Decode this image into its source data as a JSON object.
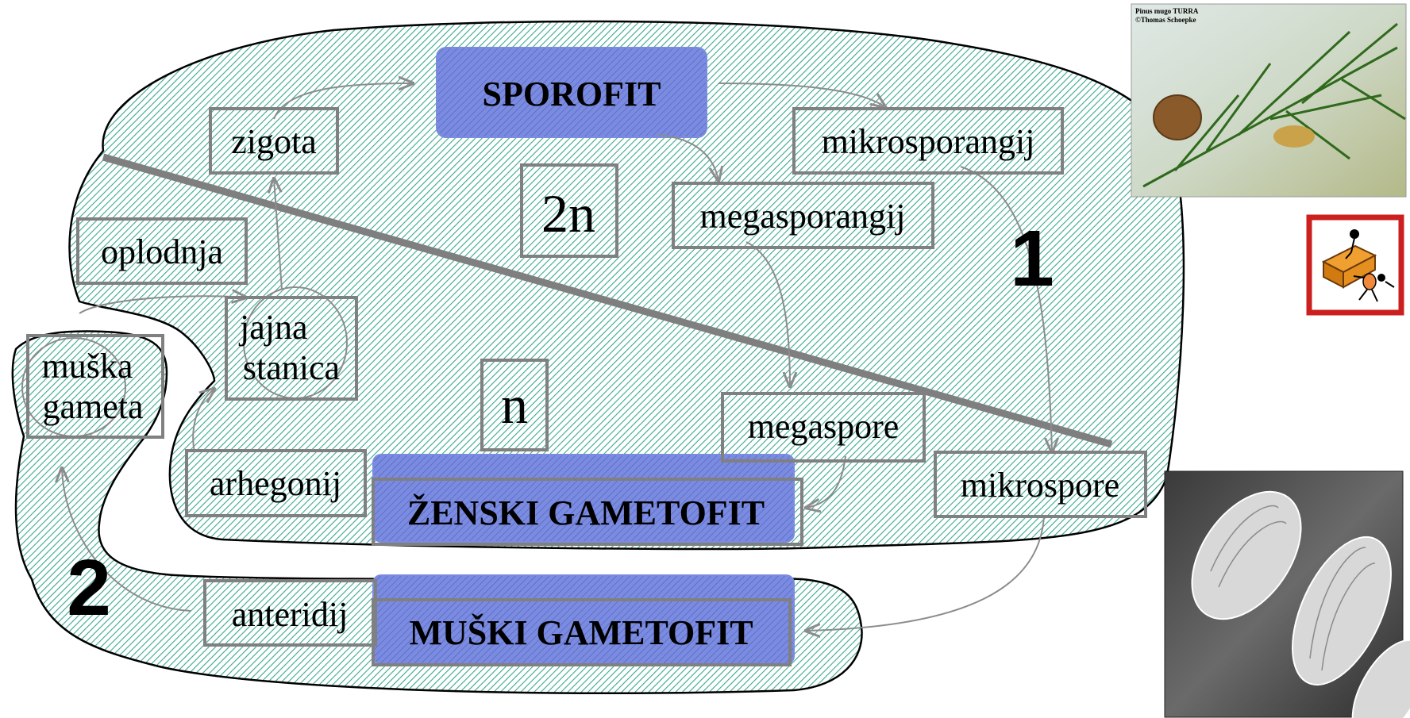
{
  "nodes": {
    "sporofit": "SPOROFIT",
    "zigota": "zigota",
    "mikrosporangij": "mikrosporangij",
    "two_n": "2n",
    "megasporangij": "megasporangij",
    "oplodnja": "oplodnja",
    "jajna_line1": "jajna",
    "jajna_line2": "stanica",
    "muska_line1": "muška",
    "muska_line2": "gameta",
    "n": "n",
    "megaspore": "megaspore",
    "arhegonij": "arhegonij",
    "zenski_gametofit": "ŽENSKI GAMETOFIT",
    "mikrospore": "mikrospore",
    "anteridij": "anteridij",
    "muski_gametofit": "MUŠKI GAMETOFIT"
  },
  "stage_numbers": {
    "one": "1",
    "two": "2"
  },
  "photo": {
    "caption_line1": "Pinus mugo TURRA",
    "caption_line2": "©Thomas Schoepke"
  },
  "colors": {
    "hatch": "#3aa88f",
    "gametophyte_fill": "#7b8ce0",
    "sporofit_fill": "#6f7fd8",
    "box_stroke": "#808080",
    "home_button_border": "#cc1f1f"
  }
}
